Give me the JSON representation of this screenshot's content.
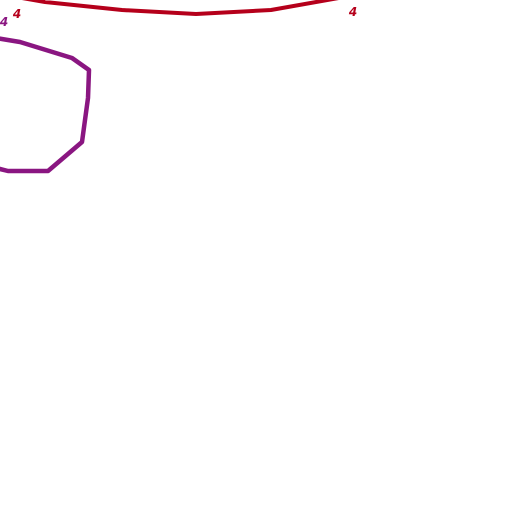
{
  "map": {
    "colors": {
      "background": "#ffffff",
      "red_route": "#b5001b",
      "purple_route": "#8a1681"
    },
    "routes": [
      {
        "id": "red",
        "ref": "4"
      },
      {
        "id": "purple",
        "ref": "4"
      }
    ],
    "labels": {
      "red_left": "4",
      "red_right": "4",
      "purple_left": "4"
    }
  }
}
